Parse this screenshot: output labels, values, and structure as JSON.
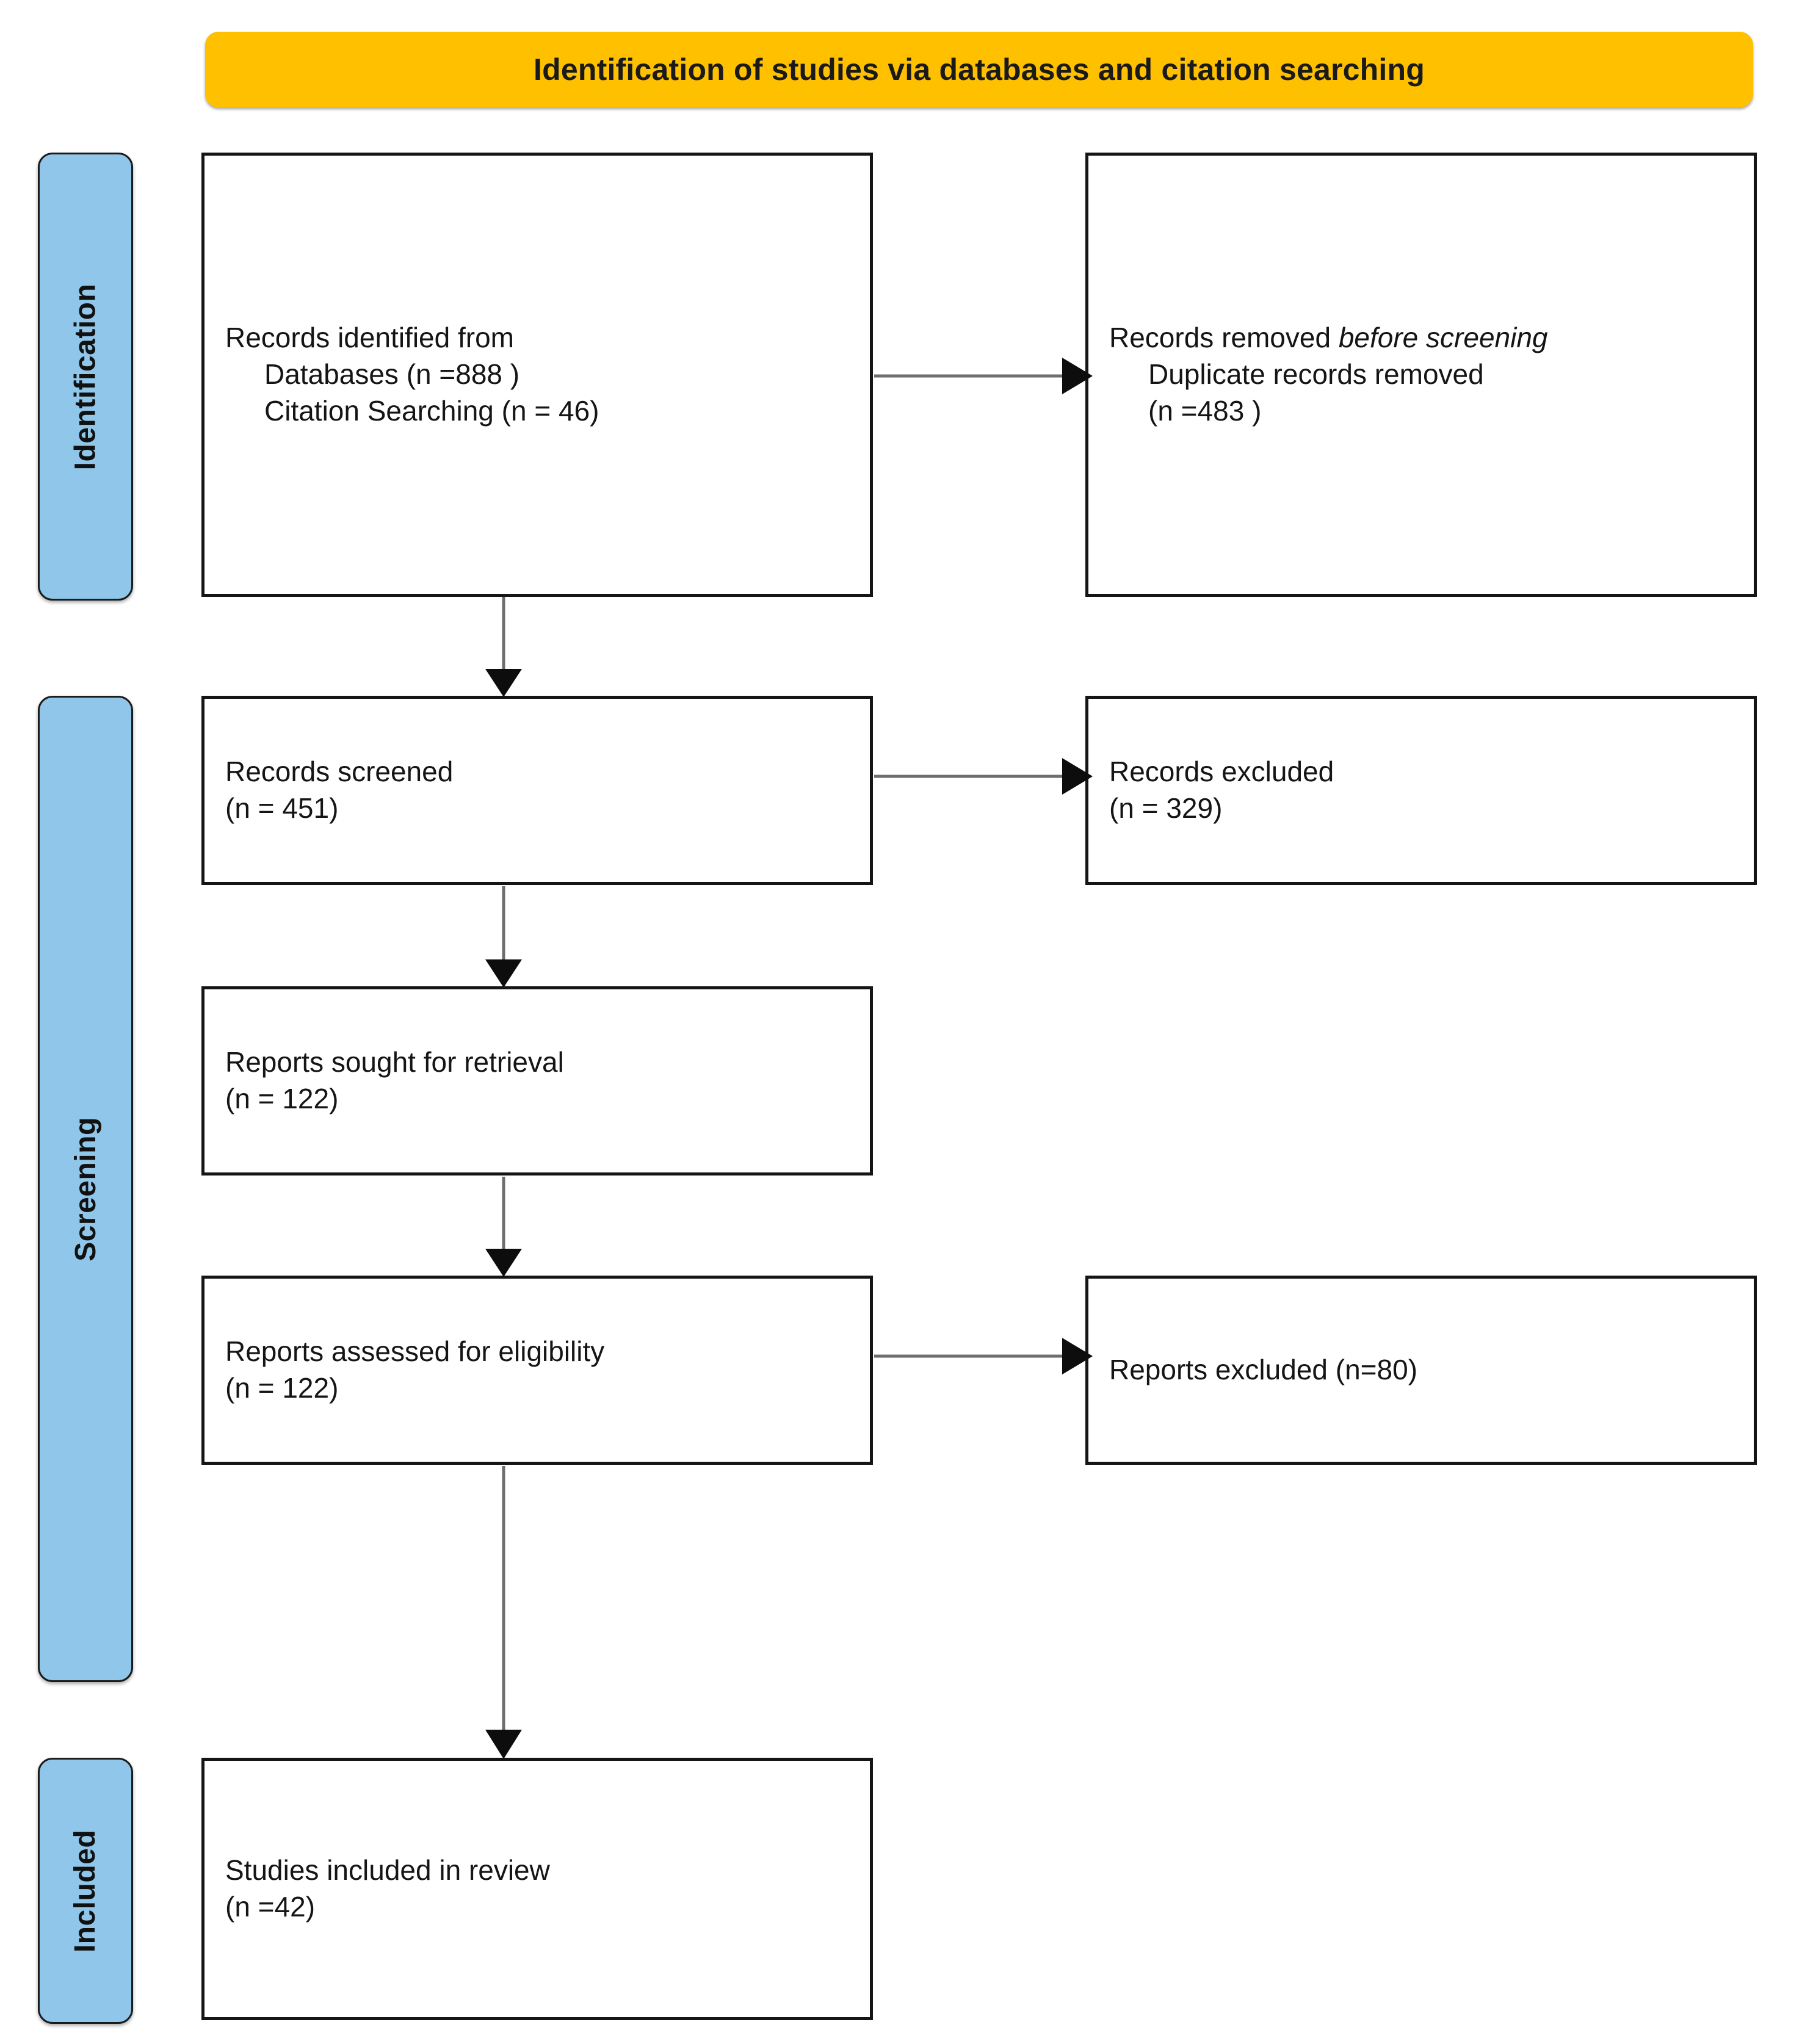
{
  "header": {
    "title": "Identification of studies via databases and citation searching",
    "color": "#FFC000"
  },
  "stages": {
    "identification": "Identification",
    "screening": "Screening",
    "included": "Included",
    "color": "#8FC6EA"
  },
  "boxes": {
    "identified": {
      "line1": "Records identified from",
      "line2": "Databases (n =888 )",
      "line3": "Citation Searching (n = 46)"
    },
    "removed": {
      "line1a": "Records removed ",
      "line1b": "before screening",
      "line2": "Duplicate records removed",
      "line3": "(n =483 )"
    },
    "screened": {
      "line1": "Records screened",
      "line2": "(n = 451)"
    },
    "records_excluded": {
      "line1": "Records excluded",
      "line2": "(n = 329)"
    },
    "sought": {
      "line1": "Reports sought for retrieval",
      "line2": "(n = 122)"
    },
    "assessed": {
      "line1": "Reports assessed for eligibility",
      "line2": "(n = 122)"
    },
    "reports_excluded": {
      "line1": "Reports excluded (n=80)"
    },
    "included": {
      "line1": "Studies included in review",
      "line2": "(n =42)"
    }
  },
  "chart_data": {
    "type": "flowchart",
    "title": "Identification of studies via databases and citation searching",
    "stages": [
      "Identification",
      "Screening",
      "Included"
    ],
    "nodes": [
      {
        "id": "identified",
        "stage": "Identification",
        "label": "Records identified from",
        "counts": {
          "Databases": 888,
          "Citation Searching": 46
        }
      },
      {
        "id": "removed",
        "stage": "Identification",
        "label": "Records removed before screening",
        "counts": {
          "Duplicate records removed": 483
        }
      },
      {
        "id": "screened",
        "stage": "Screening",
        "label": "Records screened",
        "n": 451
      },
      {
        "id": "records_excluded",
        "stage": "Screening",
        "label": "Records excluded",
        "n": 329
      },
      {
        "id": "sought",
        "stage": "Screening",
        "label": "Reports sought for retrieval",
        "n": 122
      },
      {
        "id": "assessed",
        "stage": "Screening",
        "label": "Reports assessed for eligibility",
        "n": 122
      },
      {
        "id": "reports_excluded",
        "stage": "Screening",
        "label": "Reports excluded",
        "n": 80
      },
      {
        "id": "included",
        "stage": "Included",
        "label": "Studies included in review",
        "n": 42
      }
    ],
    "edges": [
      {
        "from": "identified",
        "to": "removed",
        "direction": "right"
      },
      {
        "from": "identified",
        "to": "screened",
        "direction": "down"
      },
      {
        "from": "screened",
        "to": "records_excluded",
        "direction": "right"
      },
      {
        "from": "screened",
        "to": "sought",
        "direction": "down"
      },
      {
        "from": "sought",
        "to": "assessed",
        "direction": "down"
      },
      {
        "from": "assessed",
        "to": "reports_excluded",
        "direction": "right"
      },
      {
        "from": "assessed",
        "to": "included",
        "direction": "down"
      }
    ]
  }
}
